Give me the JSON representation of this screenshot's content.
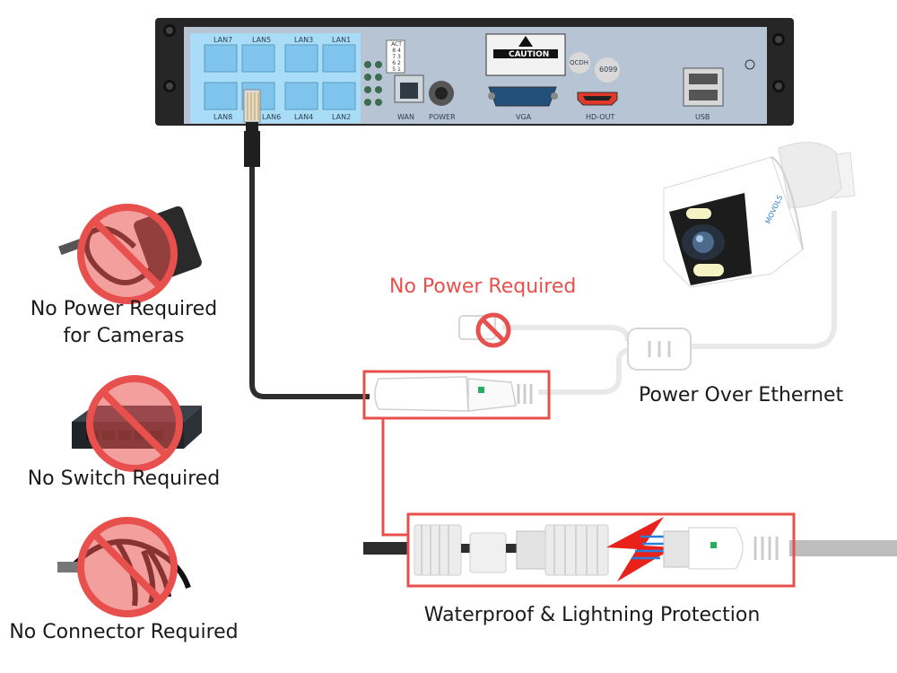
{
  "nvr": {
    "ports_top": [
      "LAN7",
      "LAN5",
      "LAN3",
      "LAN1"
    ],
    "ports_bottom": [
      "LAN8",
      "LAN6",
      "LAN4",
      "LAN2"
    ],
    "wan_label": "WAN",
    "power_label": "POWER",
    "vga_label": "VGA",
    "hdout_label": "HD-OUT",
    "usb_label": "USB",
    "caution_label": "CAUTION",
    "model_label": "6099",
    "badge_label": "QCDH",
    "led_grid": [
      "ACT",
      "8",
      "4",
      "7",
      "3",
      "6",
      "2",
      "5",
      "1"
    ],
    "accent_color": "#a9ddf7",
    "chassis_color": "#2b2b2b"
  },
  "left_panel": {
    "item1": {
      "line1": "No Power Required",
      "line2": "for Cameras",
      "icon": "power-adapter-icon"
    },
    "item2": {
      "label": "No Switch Required",
      "icon": "network-switch-icon"
    },
    "item3": {
      "label": "No Connector Required",
      "icon": "splitter-cable-icon"
    },
    "prohibited_color": "#e8504e"
  },
  "diagram": {
    "no_power_label": "No Power Required",
    "poe_label": "Power Over Ethernet",
    "waterproof_label": "Waterproof & Lightning Protection",
    "camera_brand": "MOVOLS",
    "highlight_color": "#e8504e"
  }
}
